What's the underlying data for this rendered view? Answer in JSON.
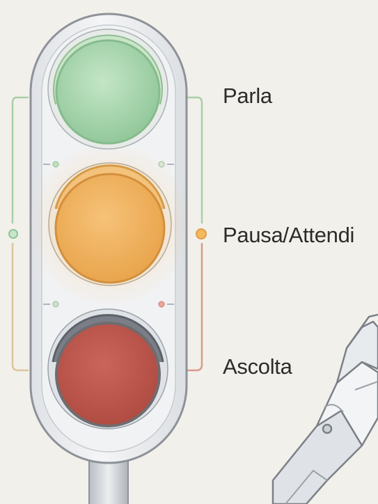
{
  "lights": [
    {
      "state": "green",
      "label": "Parla",
      "color": "#9fd2a6",
      "ring": "#85b98c"
    },
    {
      "state": "amber",
      "label": "Pausa/Attendi",
      "color": "#eeac55",
      "ring": "#d99a45"
    },
    {
      "state": "red",
      "label": "Ascolta",
      "color": "#c1584c",
      "ring": "#8d8f96"
    }
  ],
  "colors": {
    "background": "#f2f0ea",
    "housing": "#eef0f2",
    "housing_outline": "#8c9198",
    "bracket_green": "#9dc9a2",
    "bracket_orange": "#e5aa5a",
    "bracket_red": "#d27a70"
  },
  "decor": {
    "robot_hand_icon": "robot-hand-icon"
  }
}
